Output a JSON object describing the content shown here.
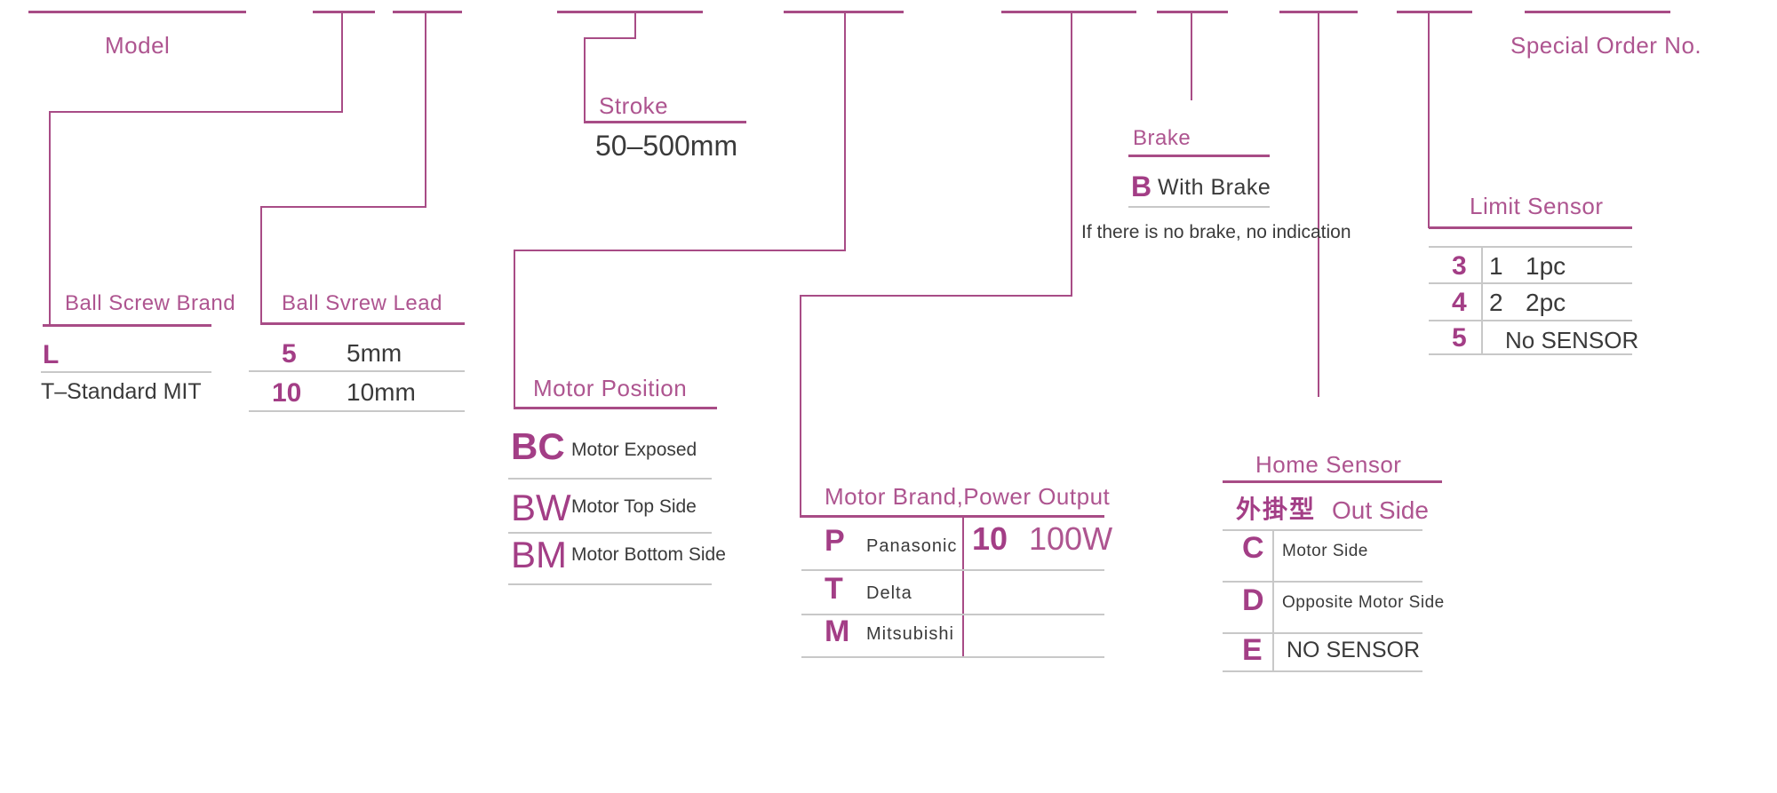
{
  "colors": {
    "accent_line": "#a84c86",
    "accent_label": "#ae5590",
    "accent_code": "#a33e86",
    "text_dark": "#3a3a3a",
    "rule_gray": "#c8c8c8"
  },
  "sections": {
    "model": {
      "label": "Model"
    },
    "ball_screw_brand": {
      "label": "Ball Screw Brand",
      "code": "L",
      "description": "T–Standard MIT"
    },
    "ball_screw_lead": {
      "label": "Ball Svrew Lead",
      "rows": [
        {
          "code": "5",
          "value": "5mm"
        },
        {
          "code": "10",
          "value": "10mm"
        }
      ]
    },
    "stroke": {
      "label": "Stroke",
      "range": "50–500mm"
    },
    "motor_position": {
      "label": "Motor Position",
      "rows": [
        {
          "code": "BC",
          "value": "Motor Exposed"
        },
        {
          "code": "BW",
          "value": "Motor Top Side"
        },
        {
          "code": "BM",
          "value": "Motor Bottom Side"
        }
      ]
    },
    "motor_brand_power": {
      "label": "Motor Brand,Power Output",
      "brands": [
        {
          "code": "P",
          "value": "Panasonic"
        },
        {
          "code": "T",
          "value": "Delta"
        },
        {
          "code": "M",
          "value": "Mitsubishi"
        }
      ],
      "power": {
        "code": "10",
        "value": "100W"
      }
    },
    "brake": {
      "label": "Brake",
      "code": "B",
      "value": "With Brake",
      "note": "If there is no brake, no indication"
    },
    "home_sensor": {
      "label": "Home Sensor",
      "subtitle_cjk": "外掛型",
      "subtitle_en": "Out Side",
      "rows": [
        {
          "code": "C",
          "value": "Motor Side"
        },
        {
          "code": "D",
          "value": "Opposite Motor Side"
        },
        {
          "code": "E",
          "value": "NO SENSOR"
        }
      ]
    },
    "limit_sensor": {
      "label": "Limit Sensor",
      "rows": [
        {
          "code": "3",
          "qty": "1",
          "value": "1pc"
        },
        {
          "code": "4",
          "qty": "2",
          "value": "2pc"
        },
        {
          "code": "5",
          "qty": "",
          "value": "No SENSOR"
        }
      ]
    },
    "special_order": {
      "label": "Special Order No."
    }
  }
}
